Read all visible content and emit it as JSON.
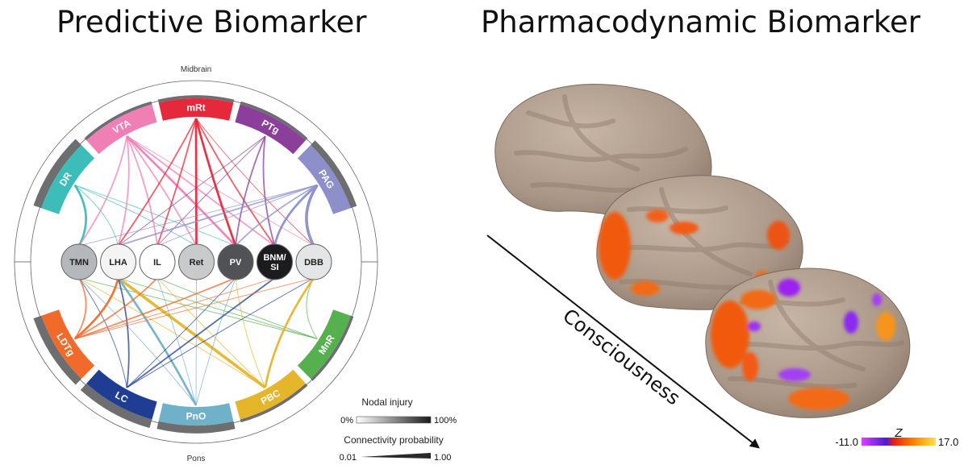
{
  "titles": {
    "left": "Predictive Biomarker",
    "right": "Pharmacodynamic Biomarker"
  },
  "wheel": {
    "top_label": "Midbrain",
    "bottom_label": "Pons",
    "top_segments": [
      {
        "id": "DR",
        "label": "DR",
        "color": "#3dbdb9"
      },
      {
        "id": "VTA",
        "label": "VTA",
        "color": "#f07fb6"
      },
      {
        "id": "mRt",
        "label": "mRt",
        "color": "#e5293a"
      },
      {
        "id": "PTg",
        "label": "PTg",
        "color": "#8b3f9b"
      },
      {
        "id": "PAG",
        "label": "PAG",
        "color": "#8c8fca"
      }
    ],
    "bottom_segments": [
      {
        "id": "MnR",
        "label": "MnR",
        "color": "#54b14e"
      },
      {
        "id": "PBC",
        "label": "PBC",
        "color": "#e6b62a"
      },
      {
        "id": "PnO",
        "label": "PnO",
        "color": "#6fb1c9"
      },
      {
        "id": "LC",
        "label": "LC",
        "color": "#1f3d93"
      },
      {
        "id": "LDTg",
        "label": "LDTg",
        "color": "#f26a2a"
      }
    ],
    "nodes": [
      {
        "id": "TMN",
        "label": "TMN",
        "fill": "#b4b7bb",
        "text": "#222222"
      },
      {
        "id": "LHA",
        "label": "LHA",
        "fill": "#f4f4f4",
        "text": "#222222"
      },
      {
        "id": "IL",
        "label": "IL",
        "fill": "#ffffff",
        "text": "#222222"
      },
      {
        "id": "Ret",
        "label": "Ret",
        "fill": "#c8cacc",
        "text": "#222222"
      },
      {
        "id": "PV",
        "label": "PV",
        "fill": "#505255",
        "text": "#ffffff"
      },
      {
        "id": "BNM",
        "label": "BNM/\nSI",
        "fill": "#1c1c1e",
        "text": "#ffffff"
      },
      {
        "id": "DBB",
        "label": "DBB",
        "fill": "#e4e5e6",
        "text": "#222222"
      }
    ],
    "connections": [
      {
        "from": "DR",
        "to": "TMN",
        "w": 3
      },
      {
        "from": "DR",
        "to": "LHA",
        "w": 1
      },
      {
        "from": "DR",
        "to": "Ret",
        "w": 1
      },
      {
        "from": "DR",
        "to": "PV",
        "w": 1
      },
      {
        "from": "VTA",
        "to": "TMN",
        "w": 2
      },
      {
        "from": "VTA",
        "to": "LHA",
        "w": 2
      },
      {
        "from": "VTA",
        "to": "IL",
        "w": 2
      },
      {
        "from": "VTA",
        "to": "Ret",
        "w": 2
      },
      {
        "from": "VTA",
        "to": "PV",
        "w": 3
      },
      {
        "from": "VTA",
        "to": "BNM",
        "w": 2
      },
      {
        "from": "VTA",
        "to": "DBB",
        "w": 1
      },
      {
        "from": "mRt",
        "to": "LHA",
        "w": 2
      },
      {
        "from": "mRt",
        "to": "IL",
        "w": 2
      },
      {
        "from": "mRt",
        "to": "Ret",
        "w": 3
      },
      {
        "from": "mRt",
        "to": "PV",
        "w": 3
      },
      {
        "from": "mRt",
        "to": "BNM",
        "w": 2
      },
      {
        "from": "mRt",
        "to": "DBB",
        "w": 1
      },
      {
        "from": "PTg",
        "to": "LHA",
        "w": 1
      },
      {
        "from": "PTg",
        "to": "IL",
        "w": 1
      },
      {
        "from": "PTg",
        "to": "PV",
        "w": 2
      },
      {
        "from": "PTg",
        "to": "BNM",
        "w": 2
      },
      {
        "from": "PAG",
        "to": "TMN",
        "w": 1
      },
      {
        "from": "PAG",
        "to": "LHA",
        "w": 2
      },
      {
        "from": "PAG",
        "to": "IL",
        "w": 1
      },
      {
        "from": "PAG",
        "to": "PV",
        "w": 2
      },
      {
        "from": "PAG",
        "to": "BNM",
        "w": 3
      },
      {
        "from": "PAG",
        "to": "DBB",
        "w": 4
      },
      {
        "from": "MnR",
        "to": "TMN",
        "w": 1
      },
      {
        "from": "MnR",
        "to": "LHA",
        "w": 1
      },
      {
        "from": "MnR",
        "to": "IL",
        "w": 1
      },
      {
        "from": "MnR",
        "to": "DBB",
        "w": 1
      },
      {
        "from": "PBC",
        "to": "TMN",
        "w": 1
      },
      {
        "from": "PBC",
        "to": "LHA",
        "w": 4
      },
      {
        "from": "PBC",
        "to": "IL",
        "w": 1
      },
      {
        "from": "PBC",
        "to": "PV",
        "w": 1
      },
      {
        "from": "PBC",
        "to": "DBB",
        "w": 3
      },
      {
        "from": "PnO",
        "to": "TMN",
        "w": 1
      },
      {
        "from": "PnO",
        "to": "LHA",
        "w": 3
      },
      {
        "from": "PnO",
        "to": "IL",
        "w": 1
      },
      {
        "from": "PnO",
        "to": "Ret",
        "w": 1
      },
      {
        "from": "PnO",
        "to": "PV",
        "w": 1
      },
      {
        "from": "LC",
        "to": "TMN",
        "w": 1
      },
      {
        "from": "LC",
        "to": "LHA",
        "w": 2
      },
      {
        "from": "LC",
        "to": "PV",
        "w": 1
      },
      {
        "from": "LC",
        "to": "BNM",
        "w": 2
      },
      {
        "from": "LC",
        "to": "DBB",
        "w": 1
      },
      {
        "from": "LDTg",
        "to": "TMN",
        "w": 2
      },
      {
        "from": "LDTg",
        "to": "LHA",
        "w": 3
      },
      {
        "from": "LDTg",
        "to": "IL",
        "w": 2
      },
      {
        "from": "LDTg",
        "to": "PV",
        "w": 2
      },
      {
        "from": "LDTg",
        "to": "BNM",
        "w": 1
      },
      {
        "from": "LDTg",
        "to": "DBB",
        "w": 1
      }
    ]
  },
  "legend": {
    "nodal_title": "Nodal injury",
    "nodal_min": "0%",
    "nodal_max": "100%",
    "conn_title": "Connectivity probability",
    "conn_min": "0.01",
    "conn_max": "1.00"
  },
  "brain": {
    "arrow_label": "Consciousness",
    "colorbar_title": "Z",
    "colorbar_min": "-11.0",
    "colorbar_max": "17.0",
    "colorbar_colors": [
      "#e040ff",
      "#4a1cd8",
      "#e81c10",
      "#ff8a00",
      "#ffe24a"
    ]
  }
}
